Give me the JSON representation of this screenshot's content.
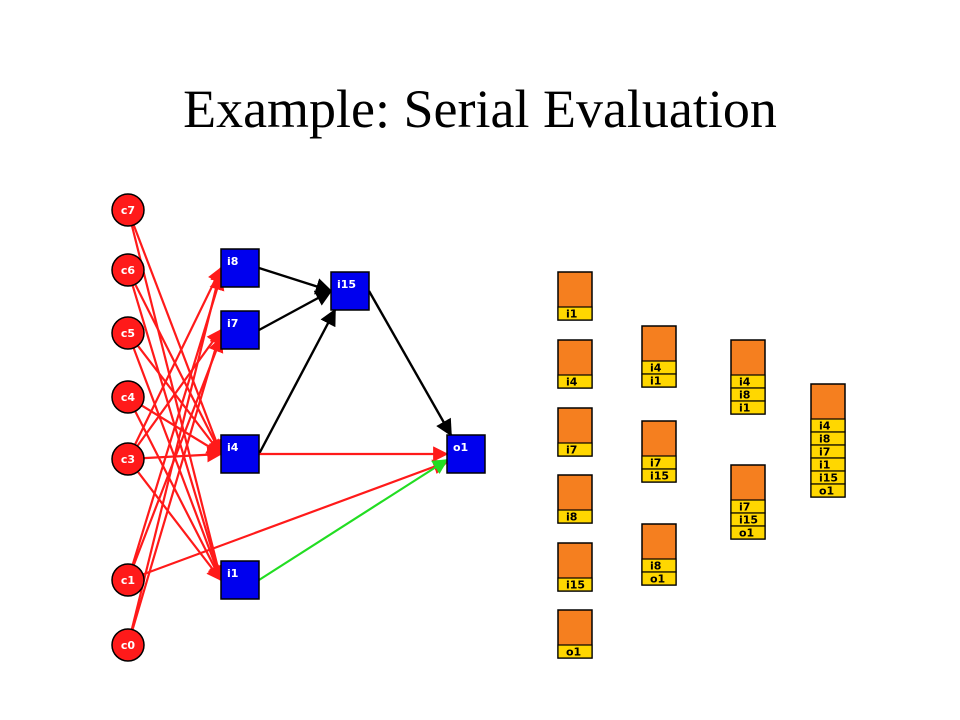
{
  "slide": {
    "title": "Example: Serial Evaluation"
  },
  "colors": {
    "input_node": "#ff1a1a",
    "gate_node": "#0000ee",
    "red_wire": "#ff1a1a",
    "black_wire": "#000000",
    "green_wire": "#22dd22",
    "stack_fill": "#f57f1f",
    "stack_label": "#ffd700"
  },
  "circuit": {
    "inputs": [
      {
        "id": "c7",
        "label": "c7"
      },
      {
        "id": "c6",
        "label": "c6"
      },
      {
        "id": "c5",
        "label": "c5"
      },
      {
        "id": "c4",
        "label": "c4"
      },
      {
        "id": "c3",
        "label": "c3"
      },
      {
        "id": "c1",
        "label": "c1"
      },
      {
        "id": "c0",
        "label": "c0"
      }
    ],
    "gates": [
      {
        "id": "i8",
        "label": "i8"
      },
      {
        "id": "i7",
        "label": "i7"
      },
      {
        "id": "i4",
        "label": "i4"
      },
      {
        "id": "i1",
        "label": "i1"
      },
      {
        "id": "i15",
        "label": "i15"
      },
      {
        "id": "o1",
        "label": "o1"
      }
    ],
    "edges": [
      {
        "from": "c7",
        "to": "i4",
        "color": "red"
      },
      {
        "from": "c7",
        "to": "i1",
        "color": "red"
      },
      {
        "from": "c6",
        "to": "i4",
        "color": "red"
      },
      {
        "from": "c6",
        "to": "i1",
        "color": "red"
      },
      {
        "from": "c5",
        "to": "i4",
        "color": "red"
      },
      {
        "from": "c5",
        "to": "i1",
        "color": "red"
      },
      {
        "from": "c4",
        "to": "i4",
        "color": "red"
      },
      {
        "from": "c4",
        "to": "i1",
        "color": "red"
      },
      {
        "from": "c3",
        "to": "i4",
        "color": "red"
      },
      {
        "from": "c3",
        "to": "i1",
        "color": "red"
      },
      {
        "from": "c3",
        "to": "i8",
        "color": "red"
      },
      {
        "from": "c3",
        "to": "i7",
        "color": "red"
      },
      {
        "from": "c1",
        "to": "i8",
        "color": "red"
      },
      {
        "from": "c1",
        "to": "i7",
        "color": "red"
      },
      {
        "from": "c1",
        "to": "o1",
        "color": "red"
      },
      {
        "from": "c0",
        "to": "i8",
        "color": "red"
      },
      {
        "from": "c0",
        "to": "i7",
        "color": "red"
      },
      {
        "from": "i8",
        "to": "i15",
        "color": "black"
      },
      {
        "from": "i7",
        "to": "i15",
        "color": "black"
      },
      {
        "from": "i4",
        "to": "i15",
        "color": "black"
      },
      {
        "from": "i15",
        "to": "o1",
        "color": "black"
      },
      {
        "from": "i4",
        "to": "o1",
        "color": "red"
      },
      {
        "from": "i1",
        "to": "o1",
        "color": "green"
      }
    ]
  },
  "stacks": [
    {
      "labels": [
        "i1"
      ]
    },
    {
      "labels": [
        "i4"
      ]
    },
    {
      "labels": [
        "i7"
      ]
    },
    {
      "labels": [
        "i8"
      ]
    },
    {
      "labels": [
        "i15"
      ]
    },
    {
      "labels": [
        "o1"
      ]
    },
    {
      "labels": [
        "i4",
        "i1"
      ]
    },
    {
      "labels": [
        "i7",
        "i15"
      ]
    },
    {
      "labels": [
        "i8",
        "o1"
      ]
    },
    {
      "labels": [
        "i4",
        "i8",
        "i1"
      ]
    },
    {
      "labels": [
        "i7",
        "i15",
        "o1"
      ]
    },
    {
      "labels": [
        "i4",
        "i8",
        "i7",
        "i1",
        "i15",
        "o1"
      ]
    }
  ]
}
